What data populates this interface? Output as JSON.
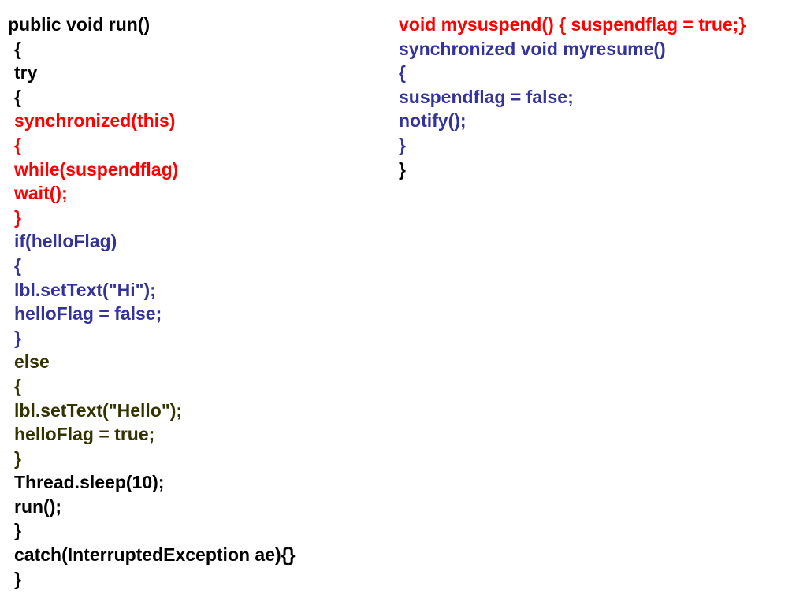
{
  "colors": {
    "black": "#000000",
    "red": "#ff0000",
    "blue": "#333399",
    "olive": "#333300"
  },
  "left_code": [
    {
      "text": "public void run()",
      "color": "black",
      "indent": false
    },
    {
      "text": "{",
      "color": "black",
      "indent": true
    },
    {
      "text": "try",
      "color": "black",
      "indent": true
    },
    {
      "text": "{",
      "color": "black",
      "indent": true
    },
    {
      "text": "synchronized(this)",
      "color": "red",
      "indent": true
    },
    {
      "text": "{",
      "color": "red",
      "indent": true
    },
    {
      "text": "while(suspendflag)",
      "color": "red",
      "indent": true
    },
    {
      "text": "wait();",
      "color": "red",
      "indent": true
    },
    {
      "text": "}",
      "color": "red",
      "indent": true
    },
    {
      "text": "if(helloFlag)",
      "color": "blue",
      "indent": true
    },
    {
      "text": "{",
      "color": "blue",
      "indent": true
    },
    {
      "text": "lbl.setText(\"Hi\");",
      "color": "blue",
      "indent": true
    },
    {
      "text": "helloFlag = false;",
      "color": "blue",
      "indent": true
    },
    {
      "text": "}",
      "color": "blue",
      "indent": true
    },
    {
      "text": "else",
      "color": "olive",
      "indent": true
    },
    {
      "text": "{",
      "color": "olive",
      "indent": true
    },
    {
      "text": "lbl.setText(\"Hello\");",
      "color": "olive",
      "indent": true
    },
    {
      "text": "helloFlag = true;",
      "color": "olive",
      "indent": true
    },
    {
      "text": "}",
      "color": "olive",
      "indent": true
    },
    {
      "text": "Thread.sleep(10);",
      "color": "black",
      "indent": true
    },
    {
      "text": "run();",
      "color": "black",
      "indent": true
    },
    {
      "text": "}",
      "color": "black",
      "indent": true
    },
    {
      "text": "catch(InterruptedException ae){}",
      "color": "black",
      "indent": true
    },
    {
      "text": "}",
      "color": "black",
      "indent": true
    }
  ],
  "right_code": [
    {
      "text": "void mysuspend() { suspendflag = true;}",
      "color": "red",
      "indent": false
    },
    {
      "text": "synchronized void myresume()",
      "color": "blue",
      "indent": false
    },
    {
      "text": "{",
      "color": "blue",
      "indent": false
    },
    {
      "text": "suspendflag = false;",
      "color": "blue",
      "indent": false
    },
    {
      "text": "notify();",
      "color": "blue",
      "indent": false
    },
    {
      "text": "}",
      "color": "blue",
      "indent": false
    },
    {
      "text": "}",
      "color": "black",
      "indent": false
    }
  ]
}
